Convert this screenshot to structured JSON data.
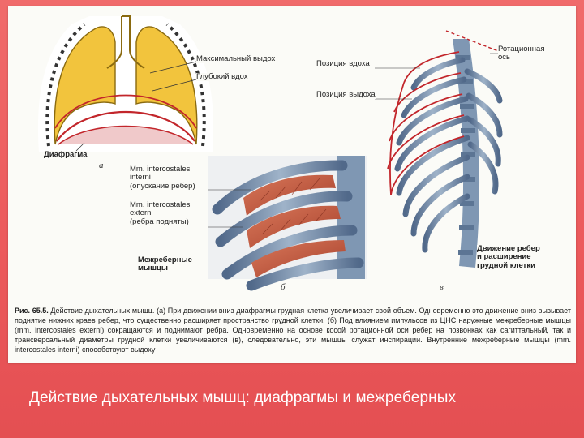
{
  "slide": {
    "title": "Действие дыхательных мышц: диафрагмы и межреберных"
  },
  "figure": {
    "panel_a": {
      "letter": "а",
      "labels": {
        "max_exhale": "Максимальный выдох",
        "deep_inhale": "Глубокий вдох",
        "diaphragm": "Диафрагма"
      }
    },
    "panel_b": {
      "letter": "б",
      "labels": {
        "internal_1": "Mm. intercostales",
        "internal_2": "interni",
        "internal_3": "(опускание ребер)",
        "external_1": "Mm. intercostales",
        "external_2": "externi",
        "external_3": "(ребра подняты)",
        "intercostal_1": "Межреберные",
        "intercostal_2": "мышцы"
      }
    },
    "panel_c": {
      "letter": "в",
      "labels": {
        "inhale_position": "Позиция вдоха",
        "exhale_position": "Позиция выдоха",
        "rot_axis_1": "Ротационная",
        "rot_axis_2": "ось",
        "rib_move_1": "Движение ребер",
        "rib_move_2": "и расширение",
        "rib_move_3": "грудной клетки"
      }
    },
    "caption": {
      "fig_no": "Рис. 65.5.",
      "text": " Действие дыхательных мышц. (а) При движении вниз диафрагмы грудная клетка увеличивает свой объем. Одновременно это движение вниз вызывает поднятие нижних краев ребер, что существенно расширяет пространство грудной клетки. (б) Под влиянием импульсов из ЦНС наружные межреберные мышцы (mm. intercostales externi) сокращаются и поднимают ребра. Одновременно на основе косой ротационной оси ребер на позвонках как сагиттальный, так и трансверсальный диаметры грудной клетки увеличиваются (в), следовательно, эти мышцы служат инспирации. Внутренние межреберные мышцы (mm. intercostales interni) способствуют выдоху"
    }
  },
  "colors": {
    "background": "#ec5a5c",
    "lung_fill": "#f2c43d",
    "rib_blue": "#6f87a6",
    "muscle_red": "#c8553a",
    "exhale_line": "#c2262b"
  }
}
